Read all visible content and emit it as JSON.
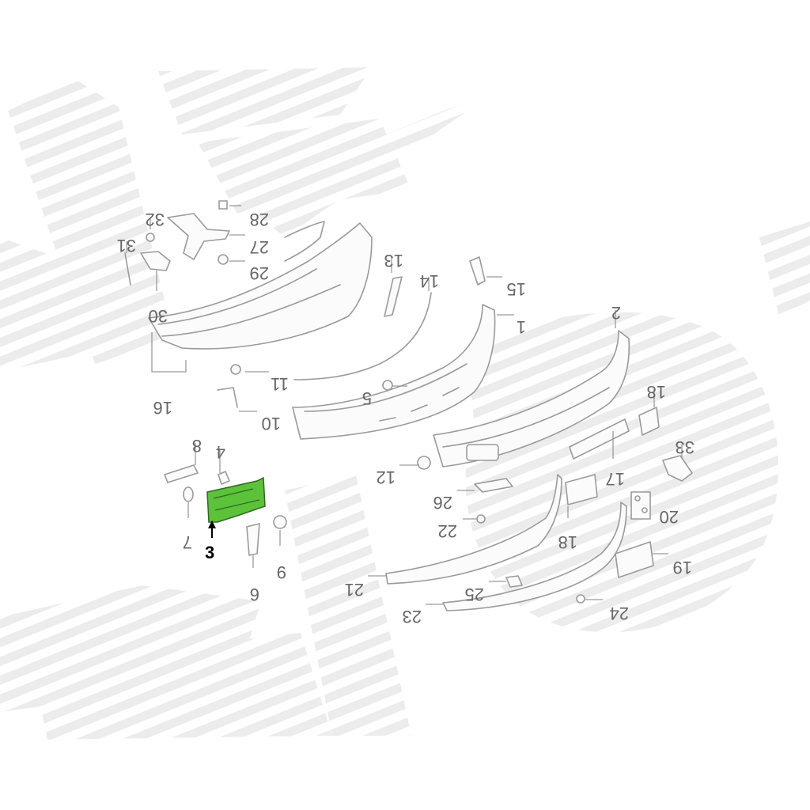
{
  "diagram": {
    "highlight_color": "#5cc23a",
    "callouts": [
      {
        "id": "32",
        "text": "32"
      },
      {
        "id": "28",
        "text": "28"
      },
      {
        "id": "31",
        "text": "31"
      },
      {
        "id": "27",
        "text": "27"
      },
      {
        "id": "29",
        "text": "29"
      },
      {
        "id": "30",
        "text": "30"
      },
      {
        "id": "13",
        "text": "13"
      },
      {
        "id": "14",
        "text": "14"
      },
      {
        "id": "15",
        "text": "15"
      },
      {
        "id": "1",
        "text": "1"
      },
      {
        "id": "2",
        "text": "2"
      },
      {
        "id": "16",
        "text": "16"
      },
      {
        "id": "11",
        "text": "11"
      },
      {
        "id": "5",
        "text": "5"
      },
      {
        "id": "10",
        "text": "10"
      },
      {
        "id": "18a",
        "text": "18"
      },
      {
        "id": "33",
        "text": "33"
      },
      {
        "id": "8",
        "text": "8"
      },
      {
        "id": "4",
        "text": "4"
      },
      {
        "id": "12",
        "text": "12"
      },
      {
        "id": "17",
        "text": "17"
      },
      {
        "id": "26",
        "text": "26"
      },
      {
        "id": "20",
        "text": "20"
      },
      {
        "id": "22",
        "text": "22"
      },
      {
        "id": "18b",
        "text": "18"
      },
      {
        "id": "7",
        "text": "7"
      },
      {
        "id": "3",
        "text": "3"
      },
      {
        "id": "9",
        "text": "9"
      },
      {
        "id": "19",
        "text": "19"
      },
      {
        "id": "6",
        "text": "6"
      },
      {
        "id": "21",
        "text": "21"
      },
      {
        "id": "25",
        "text": "25"
      },
      {
        "id": "23",
        "text": "23"
      },
      {
        "id": "24",
        "text": "24"
      }
    ]
  }
}
